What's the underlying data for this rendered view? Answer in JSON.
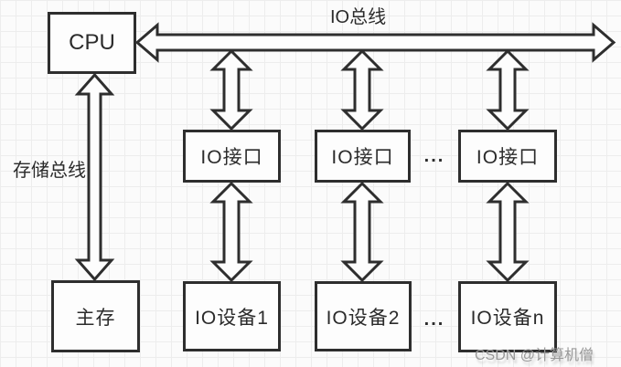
{
  "diagram": {
    "labels": {
      "io_bus": "IO总线",
      "storage_bus": "存储总线"
    },
    "nodes": {
      "cpu": "CPU",
      "main_memory": "主存",
      "io_interface_1": "IO接口",
      "io_interface_2": "IO接口",
      "io_interface_3": "IO接口",
      "io_device_1": "IO设备1",
      "io_device_2": "IO设备2",
      "io_device_n": "IO设备n"
    },
    "ellipsis_top": "...",
    "ellipsis_bottom": "...",
    "watermark": "CSDN @计算机僧",
    "colors": {
      "stroke": "#2e2e2e",
      "background": "#fbfbfb",
      "grid": "#ededed",
      "watermark": "#999999"
    }
  }
}
